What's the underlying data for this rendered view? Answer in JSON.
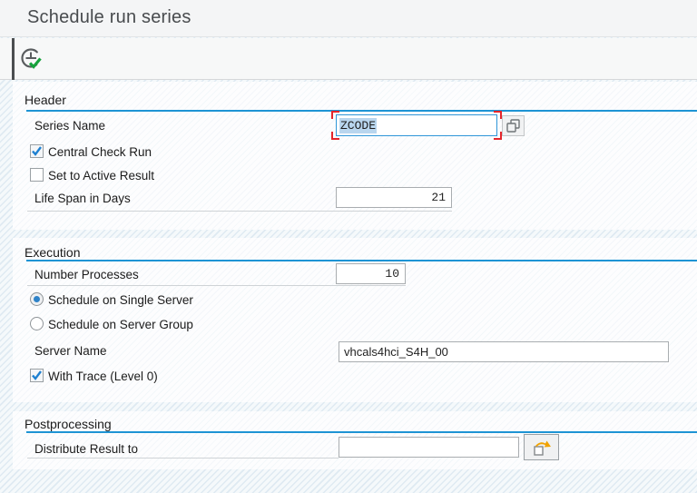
{
  "title_bar": {
    "title": "Schedule run series"
  },
  "toolbar": {
    "execute_icon": "clock-with-checkmark"
  },
  "header_section": {
    "title": "Header",
    "series_name": {
      "label": "Series Name",
      "value": "ZCODE",
      "value_selected": true
    },
    "central_check_run": {
      "label": "Central Check Run",
      "checked": true
    },
    "set_to_active_result": {
      "label": "Set to Active Result",
      "checked": false
    },
    "life_span": {
      "label": "Life Span in Days",
      "value": "21"
    }
  },
  "execution_section": {
    "title": "Execution",
    "number_processes": {
      "label": "Number Processes",
      "value": "10"
    },
    "schedule_single": {
      "label": "Schedule on Single Server",
      "selected": true
    },
    "schedule_group": {
      "label": "Schedule on Server Group",
      "selected": false
    },
    "server_name": {
      "label": "Server Name",
      "value": "vhcals4hci_S4H_00"
    },
    "with_trace": {
      "label": "With Trace (Level 0)",
      "checked": true
    }
  },
  "postprocessing_section": {
    "title": "Postprocessing",
    "distribute": {
      "label": "Distribute Result to",
      "value": ""
    }
  },
  "colors": {
    "accent_blue": "#1e94d4",
    "focus_border": "#2f96d8",
    "focus_bracket": "#e4252b",
    "selection_bg": "#b9d6ee",
    "check_blue": "#1d80d1",
    "radio_blue": "#2e82c8",
    "check_green": "#16a23c",
    "arrow_orange": "#f0a200"
  }
}
